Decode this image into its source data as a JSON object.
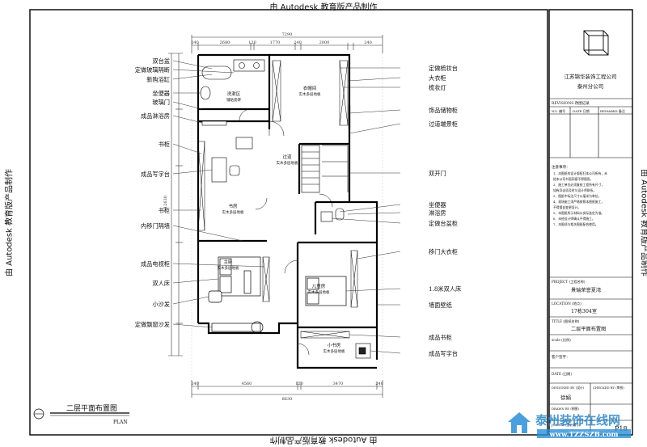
{
  "watermark": "由 Autodesk 教育版产品制作",
  "labels_left": [
    "双台盆",
    "定做玻璃隔断",
    "新购浴缸",
    "坐便器",
    "玻璃门",
    "成品淋浴房",
    "书柜",
    "成品写字台",
    "书柜",
    "内移门隔墙",
    "成品电视柜",
    "双人床",
    "小沙发",
    "定做飘窗沙发"
  ],
  "labels_right": [
    "定做梳妆台",
    "大衣柜",
    "梳妆灯",
    "饰品储物柜",
    "过道端景柜",
    "双开门",
    "坐便器",
    "淋浴房",
    "定做台盆柜",
    "移门大衣柜",
    "1.8米双人床",
    "墙面壁纸",
    "成品书柜",
    "成品写字台"
  ],
  "rooms": [
    {
      "name": "洗漱区",
      "floor": "铺贴瓷砖"
    },
    {
      "name": "衣帽间",
      "floor": "实木多层地板"
    },
    {
      "name": "过道",
      "floor": "实木多层地板"
    },
    {
      "name": "书房",
      "floor": "实木多层地板"
    },
    {
      "name": "主卧",
      "floor": "实木多层地板"
    },
    {
      "name": "儿童房",
      "floor": "实木多层地板"
    },
    {
      "name": "小书房",
      "floor": "实木多层地板"
    }
  ],
  "dimensions": {
    "top_total": "7290",
    "top_segments": [
      "240",
      "2680",
      "120",
      "1770",
      "240",
      "2000",
      "240"
    ],
    "bottom_total": "8630",
    "bottom_segments": [
      "240",
      "4560",
      "120",
      "3470",
      "240"
    ],
    "left_total": "12630"
  },
  "plan_title": "二层平面布置图",
  "plan_subtitle": "PLAN",
  "title_block": {
    "company": "江苏锦华装饰工程公司",
    "branch": "泰州分公司",
    "revisions_header": "REVISIONS 改图记录",
    "rev_cols": [
      "NO. 编号",
      "DATE 日期",
      "REMARKS 备注"
    ],
    "notes_title": "注意事项：",
    "notes": [
      "1、本图纸的设计版权归本公司所有，未",
      "经本公司书面同意不得擅用。",
      "2、施工单位必须复核工程所有尺寸，",
      "如有异议须及时与设计师联系。",
      "3、图纸中标注尺寸以毫米为单位。",
      "4、现场施工须严格按照本图纸施工，",
      "不得擅自变更设计。",
      "5、本图纸所示材料以实际选定为准。",
      "6、未经设计师确认不得施工。",
      "7、本图须与相关图纸配合使用。"
    ],
    "project_label": "PROJECT (工程名称)",
    "project": "景瑞荣誉夏湾",
    "location_label": "LOCATION (地点)",
    "location": "17栋304室",
    "title_label": "TITLE (图纸名称)",
    "title": "二层平面布置图",
    "scale_label": "scale (比例)",
    "client_label": "客户签字：",
    "date_label": "DATE (日期)",
    "designed_label": "DESIGNED BY (设计)",
    "checked_label": "CHECKED BY (审核)",
    "designer": "徐娟",
    "drawn_label": "DRAWN BY (制图)",
    "job_label": "JOB NO. (设计编号)",
    "sheet_no": "P18"
  },
  "site_watermark": {
    "name": "泰州装饰在线网",
    "url": "www.TZZSZB.com"
  }
}
